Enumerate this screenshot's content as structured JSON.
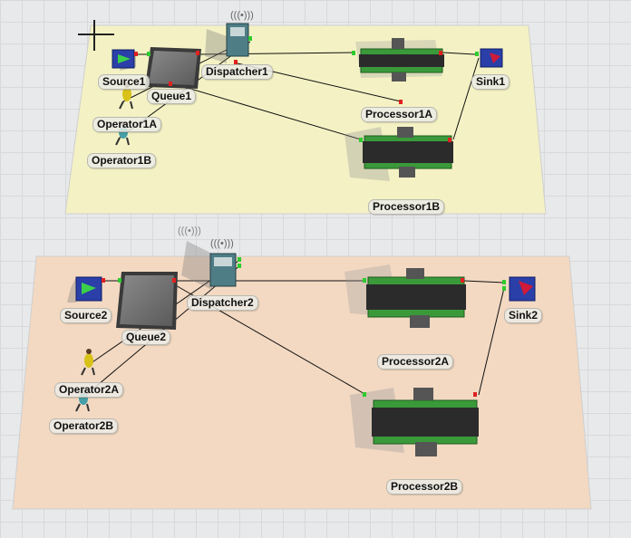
{
  "colors": {
    "upper_floor": "#f4f2c4",
    "lower_floor": "#f3d9c2",
    "floor_edge": "#cfcfcf",
    "connector": "#111111",
    "port_in": "#2ecc2e",
    "port_out": "#e02020",
    "source_blue": "#2a3fa8",
    "conveyor_dark": "#2b2b2b",
    "processor_green": "#3a9a3a"
  },
  "models": [
    {
      "labels": {
        "source": "Source1",
        "queue": "Queue1",
        "dispatcher": "Dispatcher1",
        "processor_a": "Processor1A",
        "processor_b": "Processor1B",
        "sink": "Sink1",
        "operator_a": "Operator1A",
        "operator_b": "Operator1B"
      }
    },
    {
      "labels": {
        "source": "Source2",
        "queue": "Queue2",
        "dispatcher": "Dispatcher2",
        "processor_a": "Processor2A",
        "processor_b": "Processor2B",
        "sink": "Sink2",
        "operator_a": "Operator2A",
        "operator_b": "Operator2B"
      }
    }
  ],
  "icons": {
    "cursor": "crosshair-cursor-icon",
    "dispatcher": "radio-antenna-icon",
    "operator": "worker-person-icon"
  }
}
